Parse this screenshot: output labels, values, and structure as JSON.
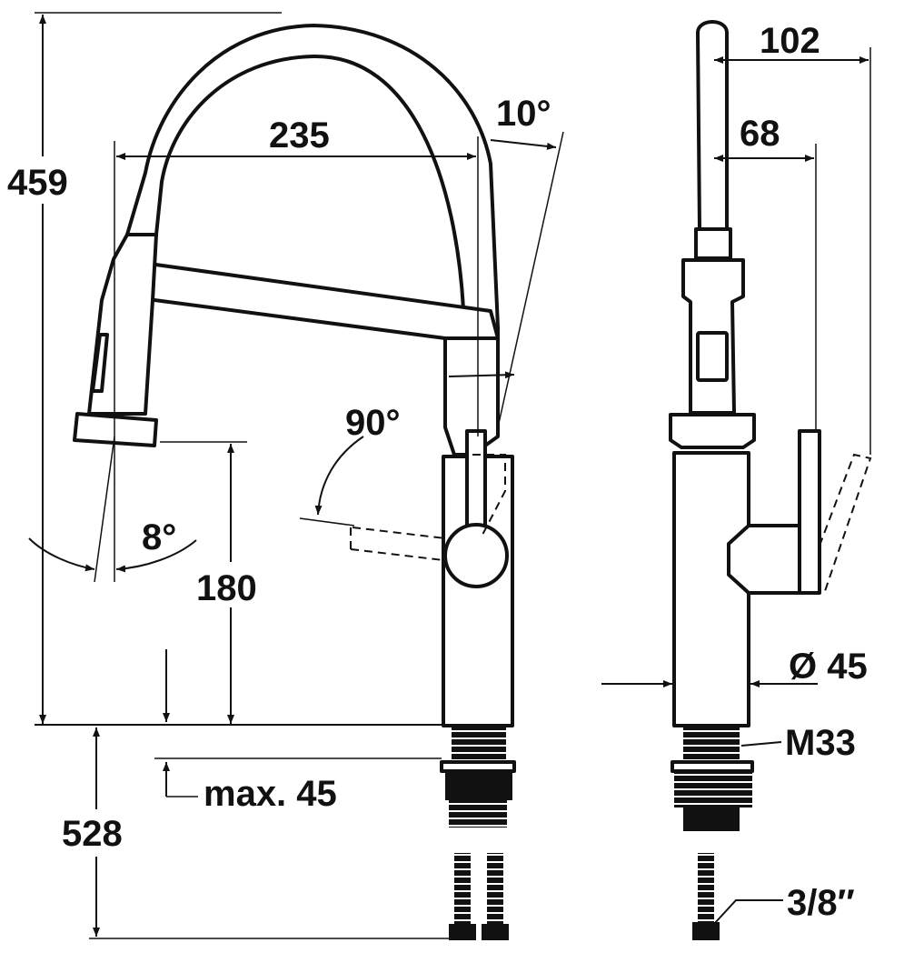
{
  "dimensions": {
    "height_total": "459",
    "reach": "235",
    "swivel_angle": "10°",
    "lever_angle": "90°",
    "spray_angle": "8°",
    "spout_height": "180",
    "worktop_thickness": "max. 45",
    "hose_length": "528",
    "side_depth_max": "102",
    "side_depth": "68",
    "base_diameter": "Ø 45",
    "thread": "M33",
    "connection": "3/8″"
  },
  "colors": {
    "ink": "#111111",
    "background": "#ffffff"
  }
}
